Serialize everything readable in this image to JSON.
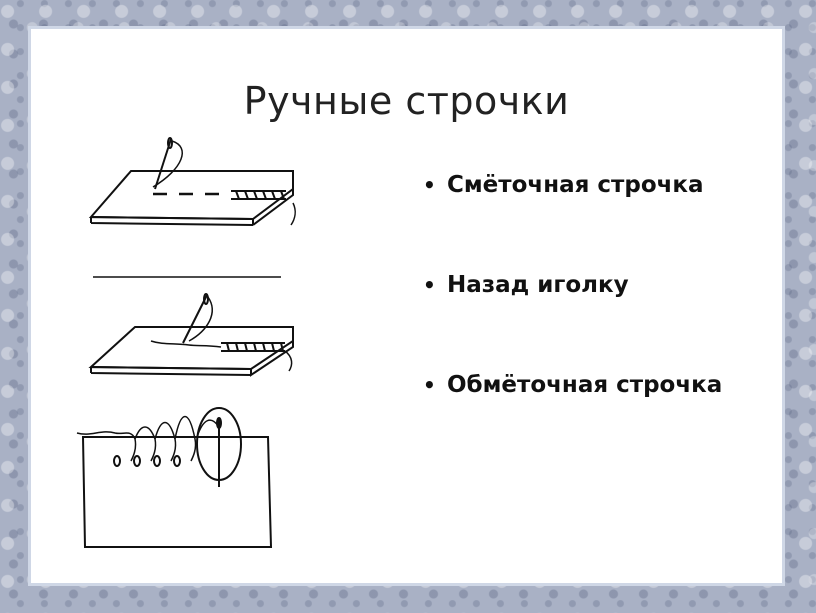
{
  "slide": {
    "title": "Ручные строчки",
    "bullets": [
      {
        "text": "Смёточная строчка"
      },
      {
        "text": "Назад иголку"
      },
      {
        "text": "Обмёточная строчка"
      }
    ]
  },
  "illustrations": [
    {
      "icon": "basting-stitch-illustration"
    },
    {
      "icon": "backstitch-illustration"
    },
    {
      "icon": "overcast-stitch-illustration"
    }
  ],
  "colors": {
    "background": "#a9b1c5",
    "slide": "#ffffff",
    "border": "#cfd7e6",
    "text": "#111111"
  }
}
